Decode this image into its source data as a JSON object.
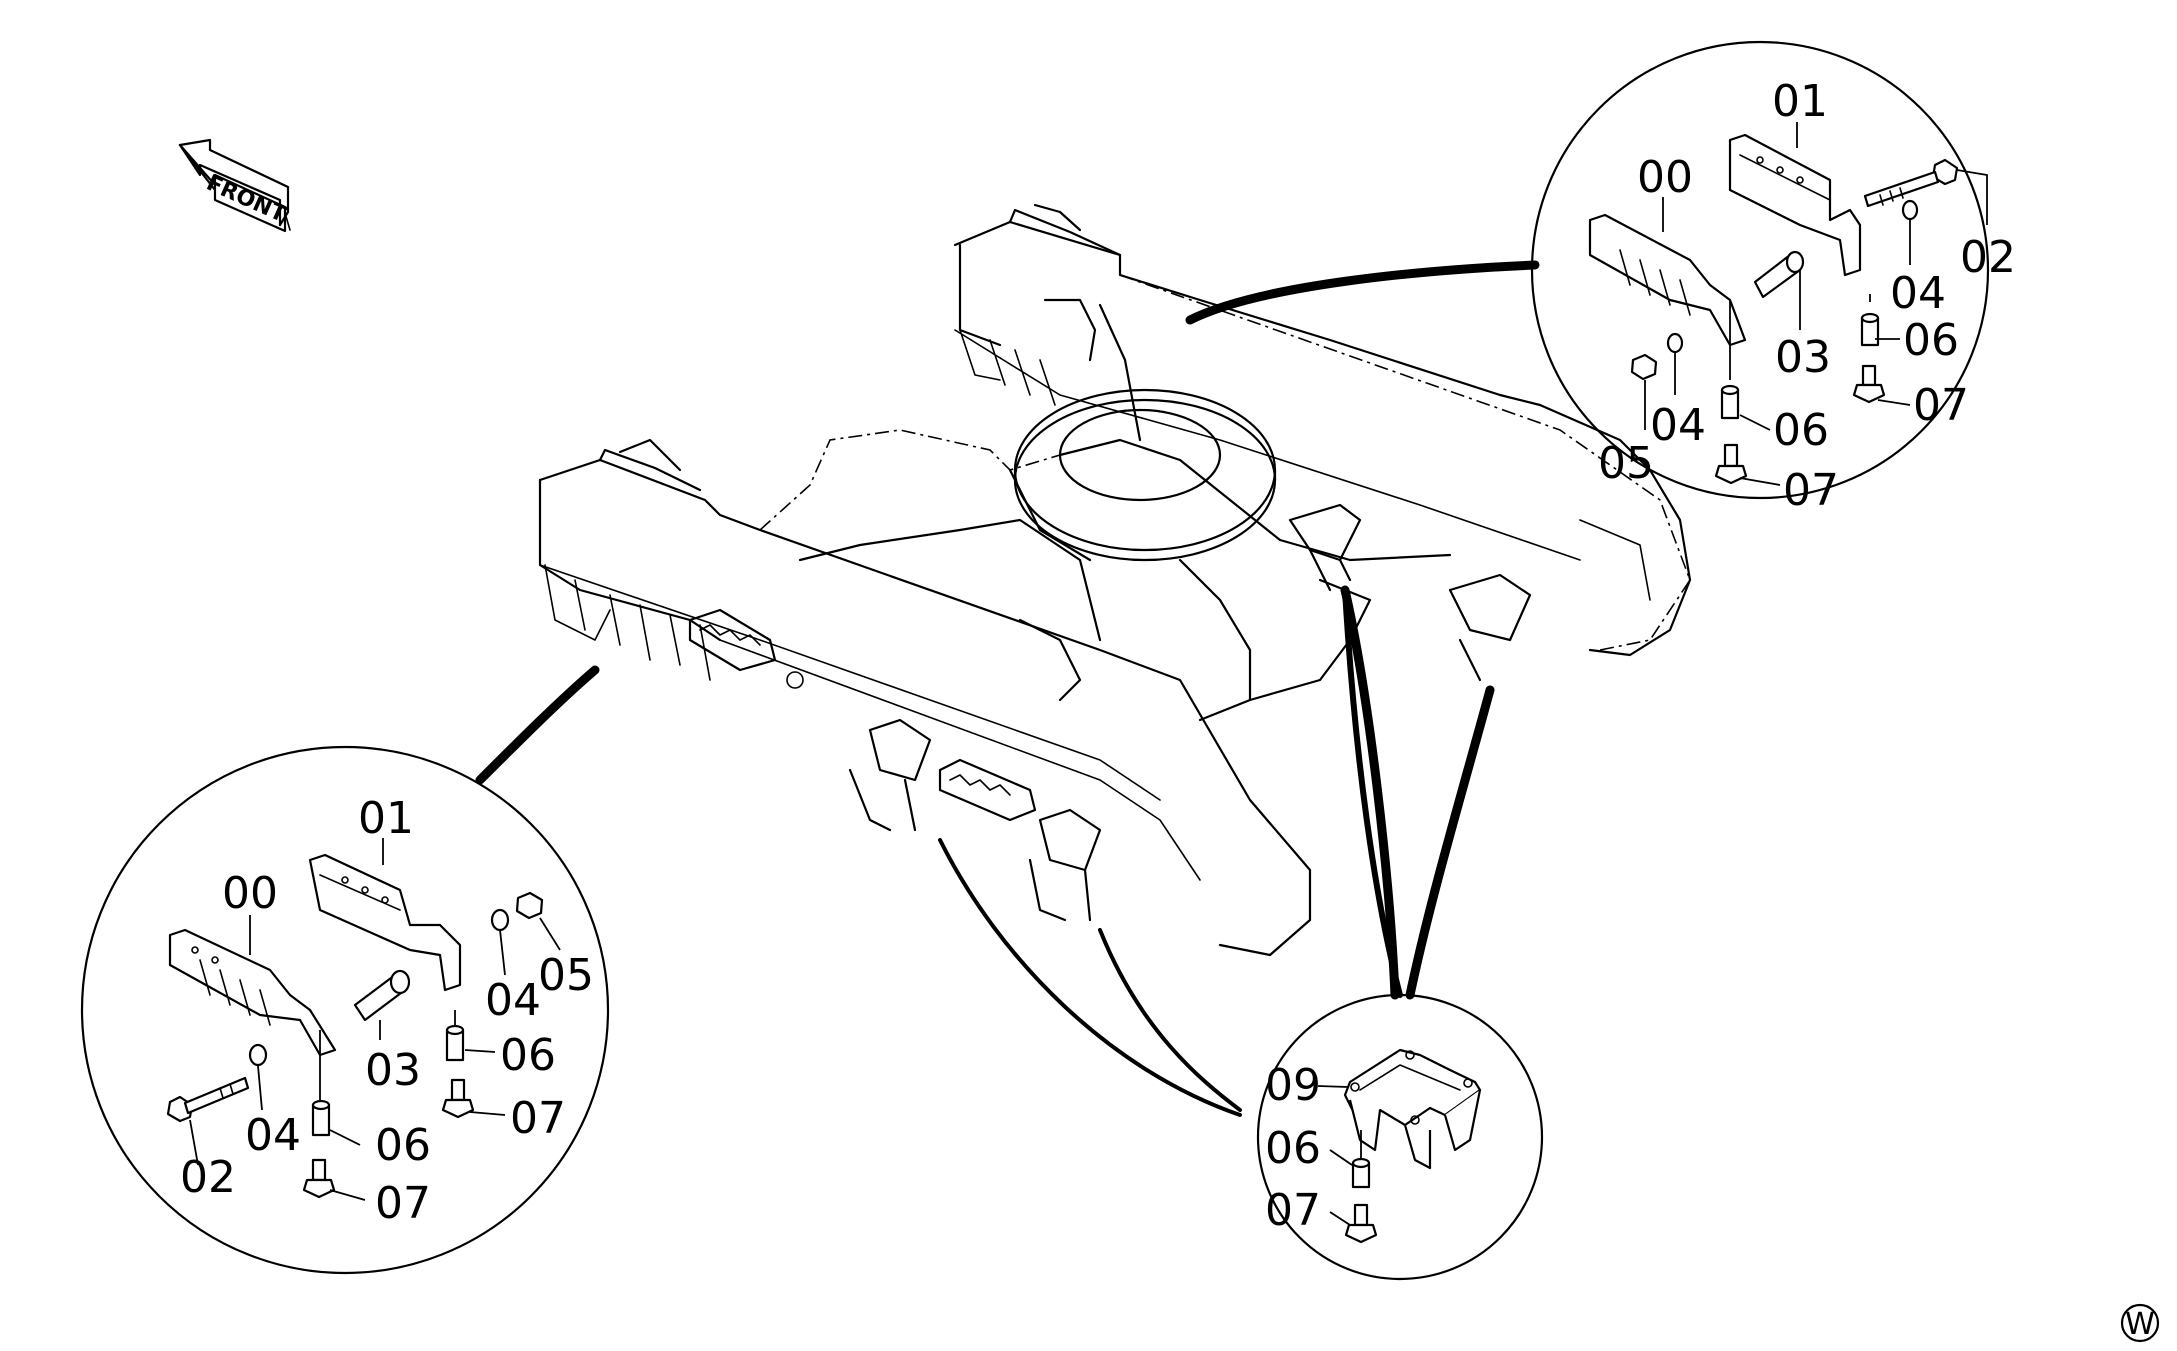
{
  "front_arrow": {
    "label": "FRONT"
  },
  "corner_mark": "W",
  "detail_right": {
    "labels": {
      "p00": "00",
      "p01": "01",
      "p02": "02",
      "p03": "03",
      "p04a": "04",
      "p04b": "04",
      "p05": "05",
      "p06a": "06",
      "p06b": "06",
      "p07a": "07",
      "p07b": "07"
    }
  },
  "detail_left": {
    "labels": {
      "p00": "00",
      "p01": "01",
      "p02": "02",
      "p03": "03",
      "p04a": "04",
      "p04b": "04",
      "p05": "05",
      "p06a": "06",
      "p06b": "06",
      "p07a": "07",
      "p07b": "07"
    }
  },
  "detail_bottom": {
    "labels": {
      "p09": "09",
      "p06": "06",
      "p07": "07"
    }
  }
}
